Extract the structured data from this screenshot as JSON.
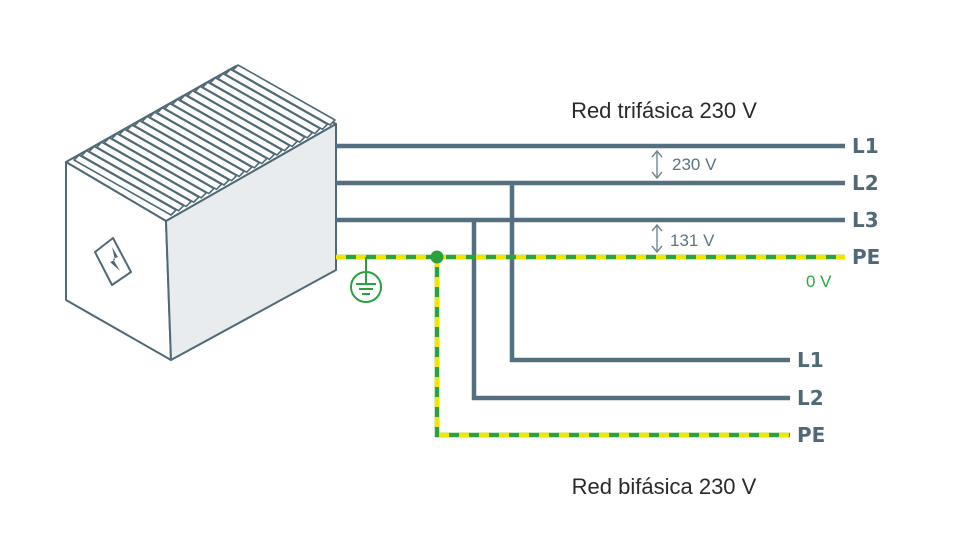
{
  "titles": {
    "top": "Red trifásica 230 V",
    "bottom": "Red bifásica 230 V"
  },
  "three_phase": {
    "labels": [
      "L1",
      "L2",
      "L3",
      "PE"
    ],
    "voltage_l1_l2": "230 V",
    "voltage_l3_pe": "131 V",
    "voltage_pe": "0 V"
  },
  "two_phase": {
    "labels": [
      "L1",
      "L2",
      "PE"
    ]
  },
  "icons": {
    "transformer": "transformer-box-icon",
    "warning": "high-voltage-warning-icon",
    "ground": "ground-symbol-icon"
  },
  "colors": {
    "wire": "#547080",
    "pe_green": "#2aa03e",
    "pe_yellow": "#f2e600",
    "box_side": "#e9ecee",
    "text_ground": "#2aa842"
  }
}
